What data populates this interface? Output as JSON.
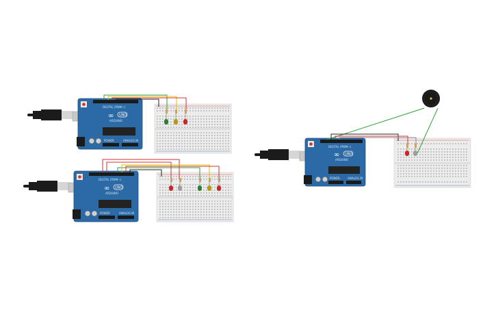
{
  "colors": {
    "board": "#2c6aa6",
    "board_dark": "#1f4f7f",
    "header": "#1a1a1a",
    "chip": "#222222",
    "breadboard": "#ececec",
    "breadboard_hole": "#9a9a9a",
    "rail_red": "#d9534f",
    "rail_blue": "#5b7fbf",
    "wire_red": "#d32f2f",
    "wire_green": "#2e9e3a",
    "wire_yellow": "#e0c000",
    "wire_black": "#222222",
    "wire_gray": "#8a8a8a",
    "led_red": "#c62828",
    "led_green": "#2e7d32",
    "led_yellow": "#b59a1a",
    "led_gray": "#9e9e9e",
    "usb_black": "#1b1b1b",
    "usb_silver": "#d6d6d6",
    "buzzer": "#1a1a1a"
  },
  "boards": [
    {
      "id": "board-1",
      "brand": "ARDUINO",
      "model": "UNO",
      "label_digital": "DIGITAL (PWM~)",
      "label_analog": "ANALOG IN",
      "label_power": "POWER"
    },
    {
      "id": "board-2",
      "brand": "ARDUINO",
      "model": "UNO",
      "label_digital": "DIGITAL (PWM~)",
      "label_analog": "ANALOG IN",
      "label_power": "POWER"
    },
    {
      "id": "board-3",
      "brand": "ARDUINO",
      "model": "UNO",
      "label_digital": "DIGITAL (PWM~)",
      "label_analog": "ANALOG IN",
      "label_power": "POWER"
    }
  ],
  "icons": {
    "infinity": "∞"
  }
}
